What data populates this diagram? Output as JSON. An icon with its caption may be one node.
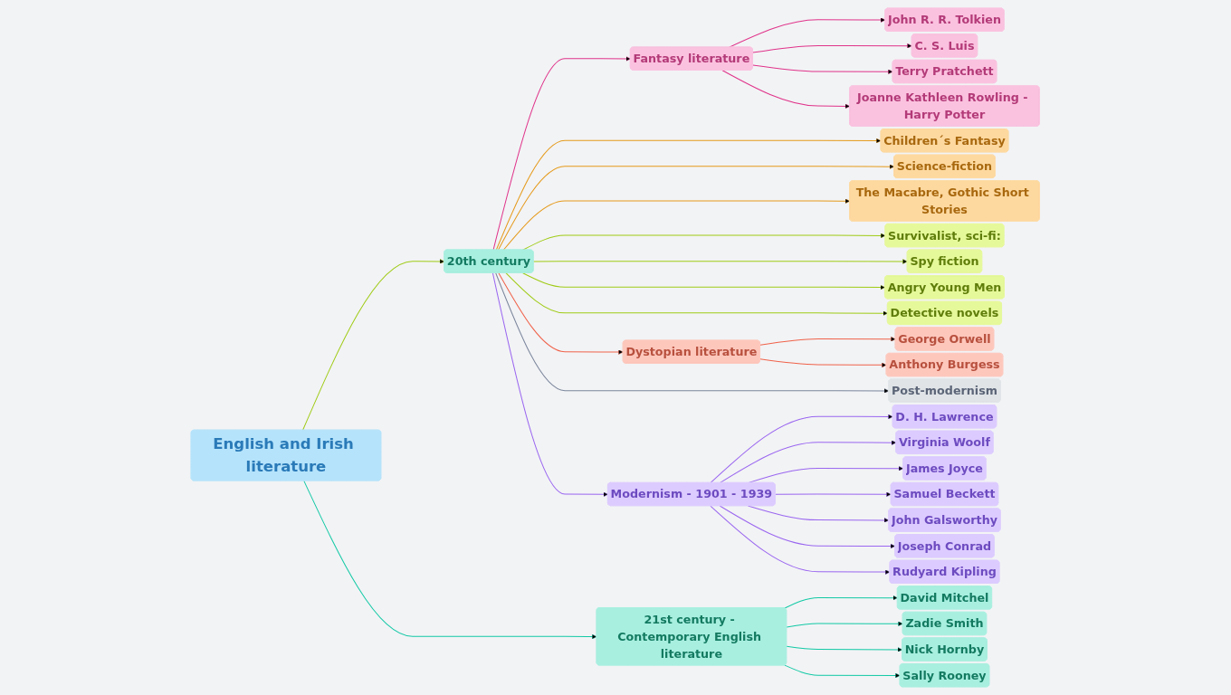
{
  "diagram": {
    "nodes": [
      {
        "text": [
          "English and Irish literature"
        ]
      },
      {
        "text": [
          "20th century"
        ]
      },
      {
        "text": [
          "21st century - Contemporary English literature"
        ]
      },
      {
        "text": [
          "Fantasy literature"
        ]
      },
      {
        "text": [
          "John R. R. Tolkien"
        ]
      },
      {
        "text": [
          "C. S. Luis"
        ]
      },
      {
        "text": [
          "Terry Pratchett"
        ]
      },
      {
        "text": [
          "Joanne Kathleen Rowling - Harry Potter"
        ]
      },
      {
        "text": [
          "Children´s Fantasy"
        ]
      },
      {
        "text": [
          "Science-fiction"
        ]
      },
      {
        "text": [
          "The Macabre, Gothic Short Stories"
        ]
      },
      {
        "text": [
          "Survivalist, sci-fi:"
        ]
      },
      {
        "text": [
          "Spy fiction"
        ]
      },
      {
        "text": [
          "Angry Young Men"
        ]
      },
      {
        "text": [
          "Detective novels"
        ]
      },
      {
        "text": [
          "Dystopian literature"
        ]
      },
      {
        "text": [
          "George Orwell"
        ]
      },
      {
        "text": [
          "Anthony Burgess"
        ]
      },
      {
        "text": [
          "Post-modernism"
        ]
      },
      {
        "text": [
          "Modernism - 1901 - 1939"
        ]
      },
      {
        "text": [
          "D. H. Lawrence"
        ]
      },
      {
        "text": [
          "Virginia Woolf"
        ]
      },
      {
        "text": [
          "James Joyce"
        ]
      },
      {
        "text": [
          "Samuel Beckett"
        ]
      },
      {
        "text": [
          "John Galsworthy"
        ]
      },
      {
        "text": [
          "Joseph Conrad"
        ]
      },
      {
        "text": [
          "Rudyard Kipling"
        ]
      },
      {
        "text": [
          "David Mitchel"
        ]
      },
      {
        "text": [
          "Zadie Smith"
        ]
      },
      {
        "text": [
          "Nick Hornby"
        ]
      },
      {
        "text": [
          "Sally Rooney"
        ]
      }
    ],
    "edges": [
      {
        "from": 0,
        "to": 1,
        "arrow": "to",
        "color": "#9fcb14"
      },
      {
        "from": 0,
        "to": 2,
        "arrow": "to",
        "color": "#12c9a5"
      },
      {
        "from": 1,
        "to": 3,
        "arrow": "to",
        "color": "#e0338a"
      },
      {
        "from": 3,
        "to": 4,
        "arrow": "to",
        "color": "#e0338a"
      },
      {
        "from": 3,
        "to": 5,
        "arrow": "to",
        "color": "#e0338a"
      },
      {
        "from": 3,
        "to": 6,
        "arrow": "to",
        "color": "#e0338a"
      },
      {
        "from": 3,
        "to": 7,
        "arrow": "to",
        "color": "#e0338a"
      },
      {
        "from": 1,
        "to": 8,
        "arrow": "to",
        "color": "#e59a1a"
      },
      {
        "from": 1,
        "to": 9,
        "arrow": "to",
        "color": "#e59a1a"
      },
      {
        "from": 1,
        "to": 10,
        "arrow": "to",
        "color": "#e59a1a"
      },
      {
        "from": 1,
        "to": 11,
        "arrow": "to",
        "color": "#9fcb14"
      },
      {
        "from": 1,
        "to": 12,
        "arrow": "to",
        "color": "#9fcb14"
      },
      {
        "from": 1,
        "to": 13,
        "arrow": "to",
        "color": "#9fcb14"
      },
      {
        "from": 1,
        "to": 14,
        "arrow": "to",
        "color": "#9fcb14"
      },
      {
        "from": 1,
        "to": 15,
        "arrow": "to",
        "color": "#f0624a"
      },
      {
        "from": 15,
        "to": 16,
        "arrow": "to",
        "color": "#f0624a"
      },
      {
        "from": 15,
        "to": 17,
        "arrow": "to",
        "color": "#f0624a"
      },
      {
        "from": 1,
        "to": 18,
        "arrow": "to",
        "color": "#7b869c"
      },
      {
        "from": 1,
        "to": 19,
        "arrow": "to"
      },
      {
        "from": 19,
        "to": 20,
        "arrow": "to"
      },
      {
        "from": 19,
        "to": 21,
        "arrow": "to"
      },
      {
        "from": 19,
        "to": 22,
        "arrow": "to"
      },
      {
        "from": 19,
        "to": 23,
        "arrow": "to"
      },
      {
        "from": 19,
        "to": 24,
        "arrow": "to"
      },
      {
        "from": 19,
        "to": 25,
        "arrow": "to"
      },
      {
        "from": 19,
        "to": 26,
        "arrow": "to"
      },
      {
        "from": 2,
        "to": 27,
        "arrow": "to",
        "color": "#12c9a5"
      },
      {
        "from": 2,
        "to": 28,
        "arrow": "to",
        "color": "#12c9a5"
      },
      {
        "from": 2,
        "to": 29,
        "arrow": "to",
        "color": "#12c9a5"
      },
      {
        "from": 2,
        "to": 30,
        "arrow": "to",
        "color": "#12c9a5"
      }
    ]
  }
}
